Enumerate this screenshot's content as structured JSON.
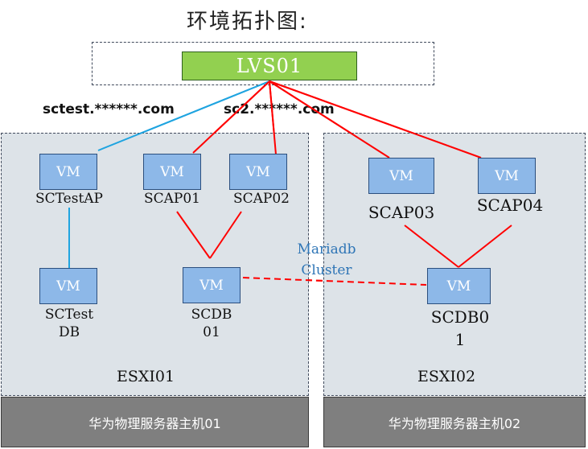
{
  "title": "环境拓扑图:",
  "lvs": {
    "label": "LVS01"
  },
  "domains": {
    "left": "sctest.******.com",
    "right": "sc2.******.com"
  },
  "vm_text": "VM",
  "vms": {
    "sctestap": "SCTestAP",
    "scap01": "SCAP01",
    "scap02": "SCAP02",
    "sctestdb_line1": "SCTest",
    "sctestdb_line2": "DB",
    "scdb01_line1": "SCDB",
    "scdb01_line2": "01",
    "scap03": "SCAP03",
    "scap04": "SCAP04",
    "scdb02_line1": "SCDB0",
    "scdb02_line2": "1"
  },
  "cluster": {
    "line1": "Mariadb",
    "line2": "Cluster"
  },
  "esxi": {
    "left": "ESXI01",
    "right": "ESXI02"
  },
  "servers": {
    "left": "华为物理服务器主机01",
    "right": "华为物理服务器主机02"
  },
  "colors": {
    "lvs": "#92d050",
    "vm": "#8db8e8",
    "esxi": "#dde3e8",
    "server": "#7f7f7f",
    "link_red": "#ff0000",
    "link_blue": "#1fa4e0",
    "cluster_text": "#2e75b6"
  }
}
